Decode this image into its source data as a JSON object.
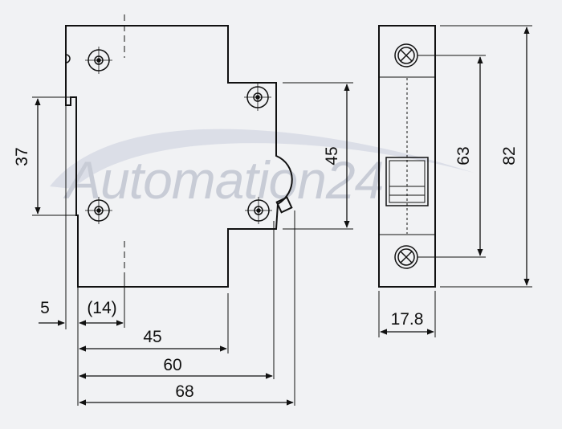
{
  "watermark": {
    "text": "Automation24"
  },
  "dimensions": {
    "module_width_label": "45",
    "mid_depth_label": "60",
    "overall_depth_label": "68",
    "left_offset_label": "5",
    "rail_offset_label": "(14)",
    "screw_spacing_label": "37",
    "front_height_label": "45",
    "terminal_spacing_label": "63",
    "overall_height_label": "82",
    "front_width_label": "17.8"
  }
}
